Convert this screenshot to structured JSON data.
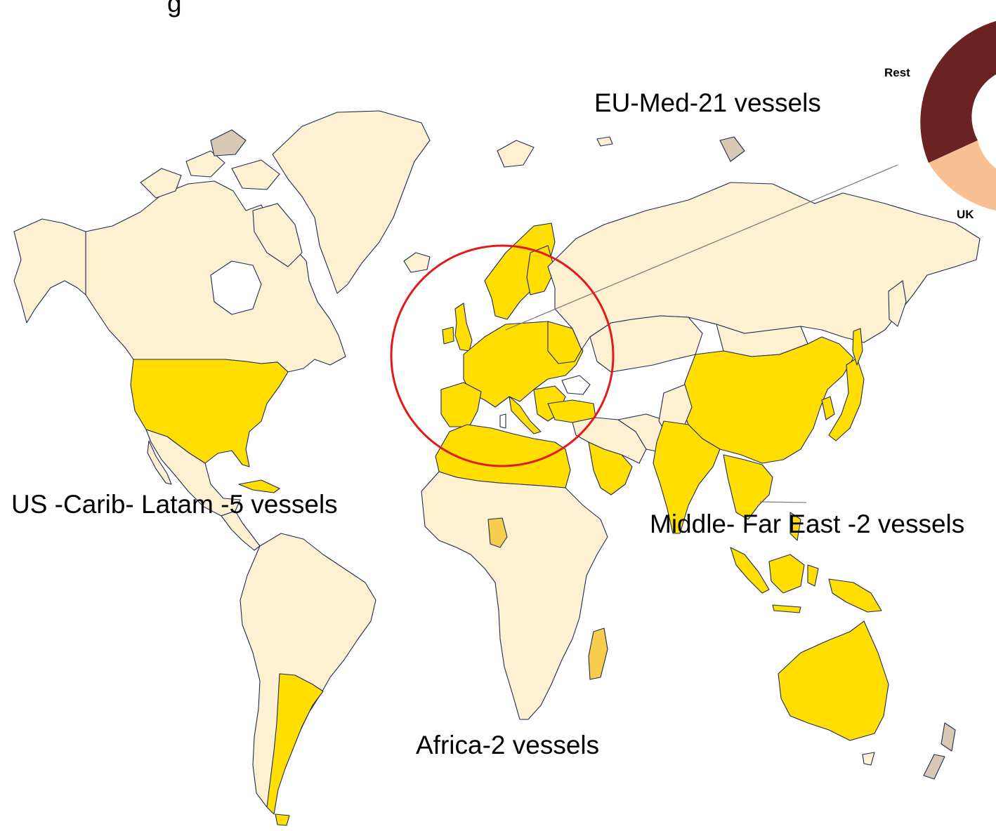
{
  "header_fragment": "g",
  "regions": {
    "eu_med": {
      "label": "EU-Med-21 vessels"
    },
    "us_latam": {
      "label": "US -Carib- Latam -5 vessels"
    },
    "africa": {
      "label": "Africa-2 vessels"
    },
    "middle_far_east": {
      "label": "Middle- Far East -2 vessels"
    }
  },
  "donut": {
    "labels": {
      "rest": "Rest",
      "uk": "UK"
    },
    "colors": {
      "rest": "#6b2222",
      "uk": "#f9c193"
    }
  },
  "colors": {
    "ocean": "#ffffff",
    "highlight_country": "#ffde00",
    "light_country": "#fef1d2",
    "grey_country": "#d8c9b4",
    "orange_country": "#f6cd4c",
    "border": "#1e2a55",
    "circle": "#e21a1a",
    "leader_line": "#777777"
  }
}
